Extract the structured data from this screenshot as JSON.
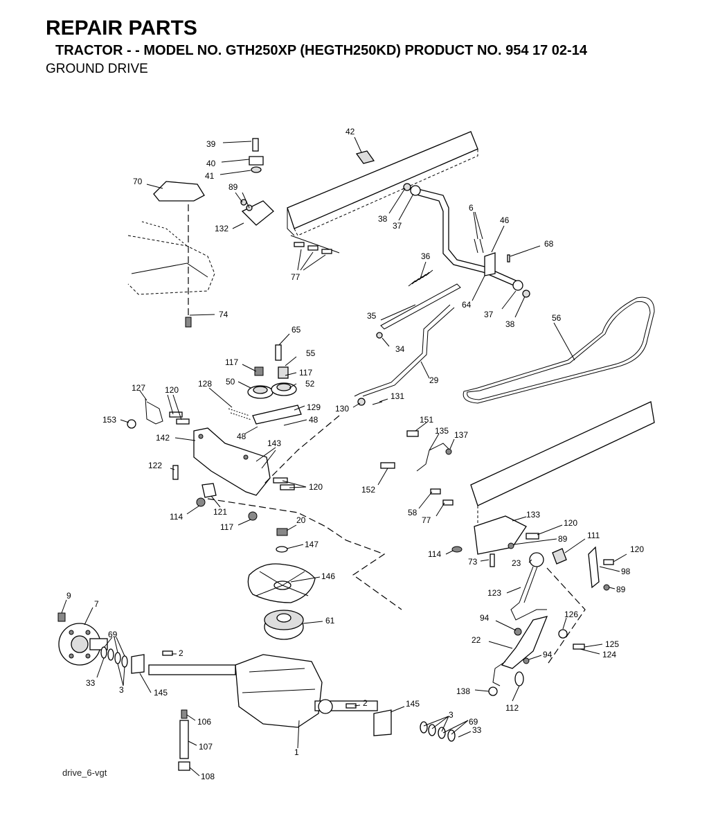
{
  "header": {
    "title": "REPAIR PARTS",
    "subtitle": "TRACTOR - - MODEL NO. GTH250XP (HEGTH250KD) PRODUCT NO. 954 17 02-14",
    "section": "GROUND DRIVE"
  },
  "footer": {
    "code": "drive_6-vgt"
  },
  "labels": {
    "l39": "39",
    "l40": "40",
    "l41": "41",
    "l42": "42",
    "l70": "70",
    "l89a": "89",
    "l132": "132",
    "l77a": "77",
    "l38a": "38",
    "l37a": "37",
    "l6": "6",
    "l46": "46",
    "l68": "68",
    "l36": "36",
    "l64": "64",
    "l37b": "37",
    "l38b": "38",
    "l74": "74",
    "l56": "56",
    "l35": "35",
    "l34": "34",
    "l65": "65",
    "l55": "55",
    "l117a": "117",
    "l117b": "117",
    "l50": "50",
    "l52": "52",
    "l29": "29",
    "l127": "127",
    "l120a": "120",
    "l128": "128",
    "l129": "129",
    "l48a": "48",
    "l48b": "48",
    "l153": "153",
    "l142": "142",
    "l130": "130",
    "l131": "131",
    "l143": "143",
    "l151": "151",
    "l135": "135",
    "l137": "137",
    "l122": "122",
    "l120b": "120",
    "l152": "152",
    "l114a": "114",
    "l121": "121",
    "l117c": "117",
    "l58": "58",
    "l77b": "77",
    "l133": "133",
    "l120c": "120",
    "l20": "20",
    "l147": "147",
    "l89b": "89",
    "l111": "111",
    "l114b": "114",
    "l73": "73",
    "l120d": "120",
    "l23": "23",
    "l98": "98",
    "l146": "146",
    "l89c": "89",
    "l123": "123",
    "l9": "9",
    "l7": "7",
    "l61": "61",
    "l94a": "94",
    "l126": "126",
    "l69a": "69",
    "l22": "22",
    "l125": "125",
    "l124": "124",
    "l2a": "2",
    "l94b": "94",
    "l33a": "33",
    "l3a": "3",
    "l145a": "145",
    "l138": "138",
    "l112": "112",
    "l2b": "2",
    "l145b": "145",
    "l3b": "3",
    "l69b": "69",
    "l33b": "33",
    "l106": "106",
    "l1": "1",
    "l107": "107",
    "l108": "108"
  }
}
